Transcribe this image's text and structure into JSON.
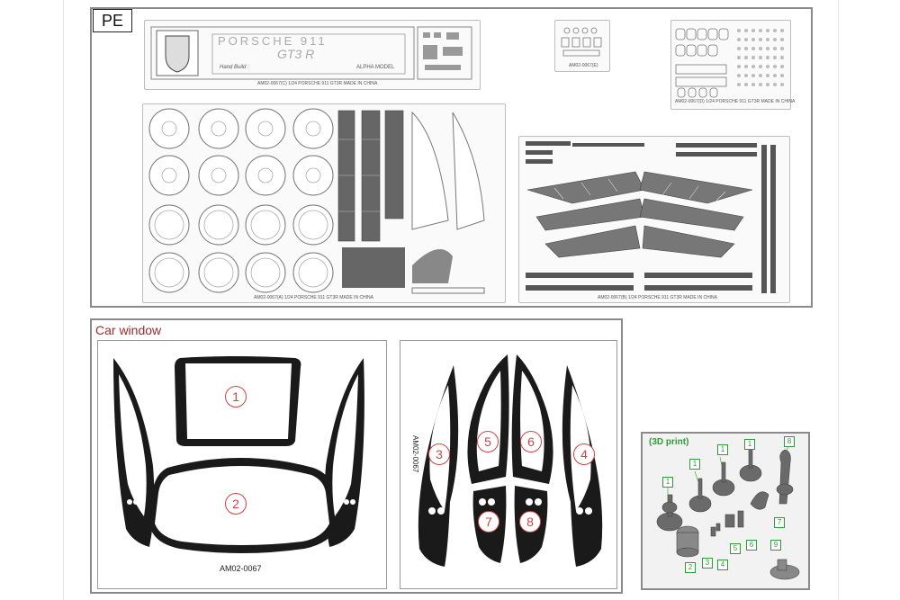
{
  "pe_section": {
    "label": "PE",
    "top_sheet": {
      "logo_text_1": "PORSCHE 911",
      "logo_text_2": "GT3 R",
      "hand_build": "Hand Build :",
      "alpha": "ALPHA MODEL",
      "code": "AM02-0067(C)   1/24 PORSCHE 911 GT3R   MADE IN CHINA"
    },
    "small_sheet_code": "AM02-0067(E)",
    "right_small_sheet_code": "AM02-0067(D)   1/24 PORSCHE 911 GT3R   MADE IN CHINA",
    "sheet_a_code": "AM02-0067(A)   1/24 PORSCHE 911 GT3R   MADE IN CHINA",
    "sheet_b_code": "AM02-0067(B)   1/24 PORSCHE 911 GT3R   MADE IN CHINA"
  },
  "car_window": {
    "title": "Car window",
    "left_code": "AM02-0067",
    "right_code": "AM02-0067",
    "numbers": [
      "1",
      "2",
      "3",
      "4",
      "5",
      "6",
      "7",
      "8"
    ]
  },
  "print3d": {
    "title": "(3D print)",
    "tags": [
      "1",
      "1",
      "1",
      "1",
      "8",
      "2",
      "3",
      "4",
      "5",
      "6",
      "7",
      "9"
    ]
  },
  "colors": {
    "frame_gray": "#8a8a8a",
    "window_black": "#1a1a1a",
    "number_red": "#c44444",
    "title_red": "#9b2b2b",
    "print_green": "#2e9a3a",
    "print_bg": "#f2f2f2"
  }
}
